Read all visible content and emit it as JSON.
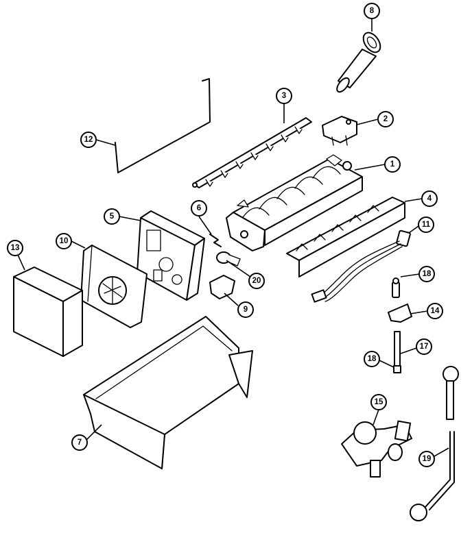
{
  "diagram": {
    "callouts": [
      {
        "key": "c1",
        "label": "1"
      },
      {
        "key": "c2",
        "label": "2"
      },
      {
        "key": "c3",
        "label": "3"
      },
      {
        "key": "c4",
        "label": "4"
      },
      {
        "key": "c5",
        "label": "5"
      },
      {
        "key": "c6",
        "label": "6"
      },
      {
        "key": "c7",
        "label": "7"
      },
      {
        "key": "c8",
        "label": "8"
      },
      {
        "key": "c9",
        "label": "9"
      },
      {
        "key": "c10",
        "label": "10"
      },
      {
        "key": "c11",
        "label": "11"
      },
      {
        "key": "c12",
        "label": "12"
      },
      {
        "key": "c13",
        "label": "13"
      },
      {
        "key": "c14",
        "label": "14"
      },
      {
        "key": "c15",
        "label": "15"
      },
      {
        "key": "c17",
        "label": "17"
      },
      {
        "key": "c18a",
        "label": "18"
      },
      {
        "key": "c18b",
        "label": "18"
      },
      {
        "key": "c19",
        "label": "19"
      },
      {
        "key": "c20",
        "label": "20"
      }
    ]
  }
}
